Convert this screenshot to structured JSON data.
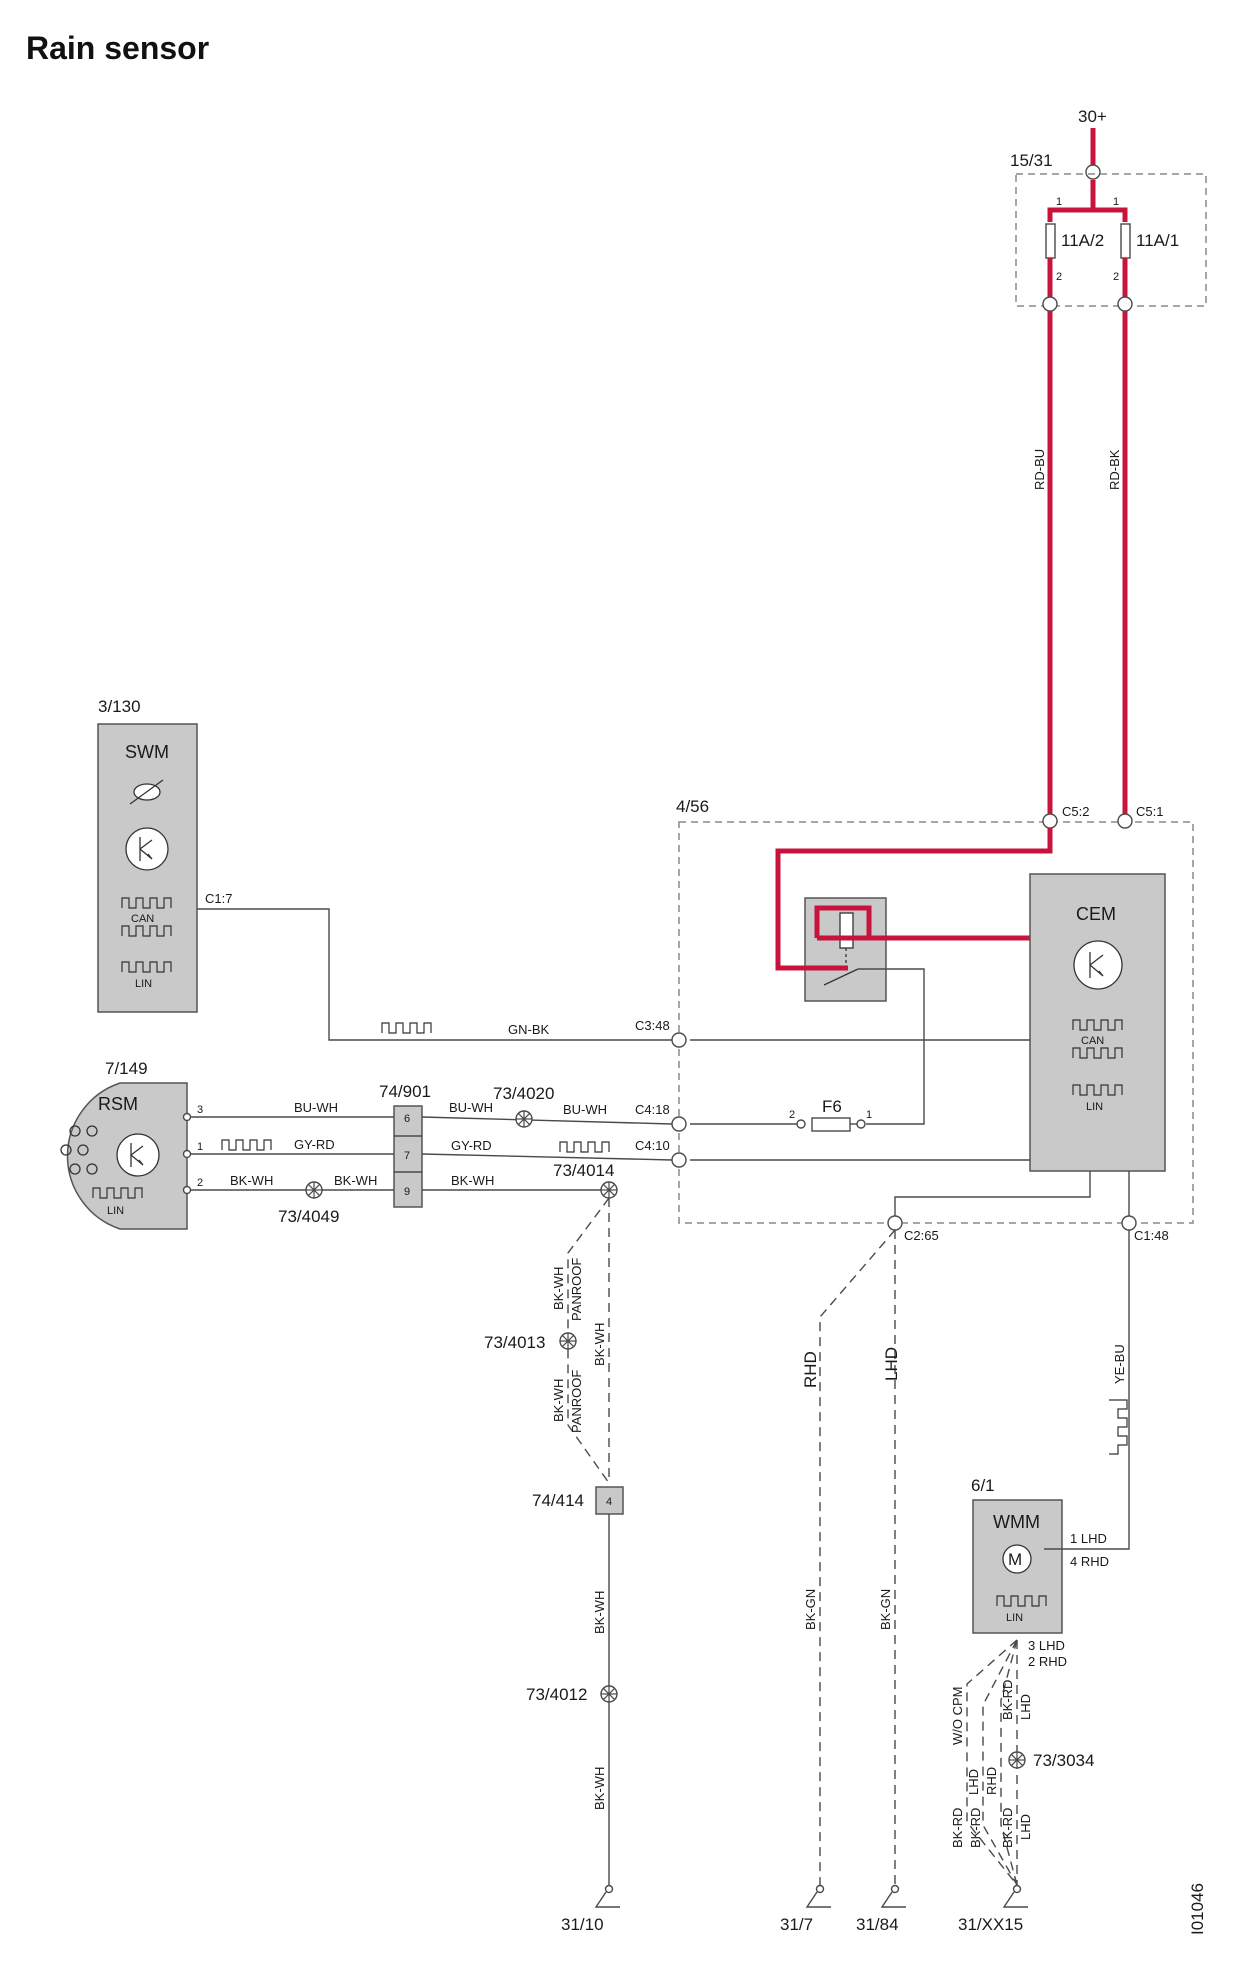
{
  "title": "Rain sensor",
  "image_code": "I01046",
  "supply": {
    "voltage": "30+",
    "fusebox": "15/31",
    "fuse_left": "11A/2",
    "fuse_right": "11A/1",
    "pin_1": "1",
    "pin_2": "2",
    "wire_left": "RD-BU",
    "wire_right": "RD-BK"
  },
  "swm": {
    "ref": "3/130",
    "name": "SWM",
    "connector": "C1:7",
    "can": "CAN",
    "lin": "LIN"
  },
  "rsm": {
    "ref": "7/149",
    "name": "RSM",
    "lin": "LIN",
    "pin_3": "3",
    "pin_1": "1",
    "pin_2": "2"
  },
  "cem_zone": {
    "ref": "4/56",
    "cem_name": "CEM",
    "can": "CAN",
    "lin": "LIN",
    "c5_2": "C5:2",
    "c5_1": "C5:1",
    "c3_48": "C3:48",
    "c4_18": "C4:18",
    "c4_10": "C4:10",
    "c2_65": "C2:65",
    "c1_48": "C1:48",
    "fuse": "F6",
    "fuse_pin_2": "2",
    "fuse_pin_1": "1"
  },
  "connector_74_901": {
    "ref": "74/901",
    "pins": [
      "6",
      "7",
      "9"
    ]
  },
  "connector_74_414": {
    "ref": "74/414",
    "pin": "4"
  },
  "splices": {
    "s4020": "73/4020",
    "s4014": "73/4014",
    "s4049": "73/4049",
    "s4013": "73/4013",
    "s4012": "73/4012",
    "s3034": "73/3034"
  },
  "wires": {
    "gn_bk": "GN-BK",
    "bu_wh": "BU-WH",
    "gy_rd": "GY-RD",
    "bk_wh": "BK-WH",
    "ye_bu": "YE-BU",
    "bk_gn": "BK-GN",
    "bk_rd": "BK-RD",
    "panroof": "PANROOF",
    "rhd": "RHD",
    "lhd": "LHD",
    "wo_cpm": "W/O CPM"
  },
  "wmm": {
    "ref": "6/1",
    "name": "WMM",
    "motor": "M",
    "lin": "LIN",
    "pin_1": "1 LHD",
    "pin_4": "4 RHD",
    "pin_3": "3 LHD",
    "pin_2": "2 RHD"
  },
  "grounds": {
    "g_31_10": "31/10",
    "g_31_7": "31/7",
    "g_31_84": "31/84",
    "g_31_xx15": "31/XX15"
  }
}
